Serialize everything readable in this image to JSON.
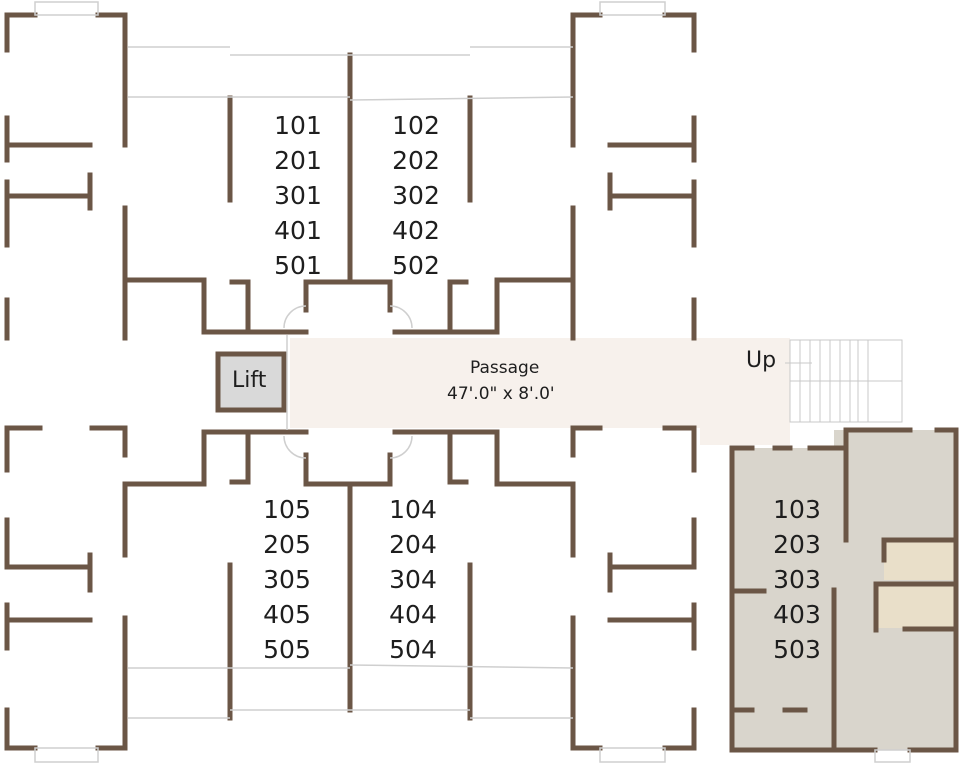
{
  "plan": {
    "passage_label": "Passage",
    "passage_size": "47'.0\" x 8'.0'",
    "lift_label": "Lift",
    "stair_label": "Up",
    "colors": {
      "wall": "#6b5646",
      "passage": "#f7f1ec",
      "lift": "#d9d9d9",
      "unit103": "#d9d5cc",
      "unit103_utility": "#e9dfc9"
    }
  },
  "units": [
    {
      "id": "col-1",
      "numbers": [
        "101",
        "201",
        "301",
        "401",
        "501"
      ]
    },
    {
      "id": "col-2",
      "numbers": [
        "102",
        "202",
        "302",
        "402",
        "502"
      ]
    },
    {
      "id": "col-5",
      "numbers": [
        "105",
        "205",
        "305",
        "405",
        "505"
      ]
    },
    {
      "id": "col-4",
      "numbers": [
        "104",
        "204",
        "304",
        "404",
        "504"
      ]
    },
    {
      "id": "col-3",
      "numbers": [
        "103",
        "203",
        "303",
        "403",
        "503"
      ]
    }
  ]
}
